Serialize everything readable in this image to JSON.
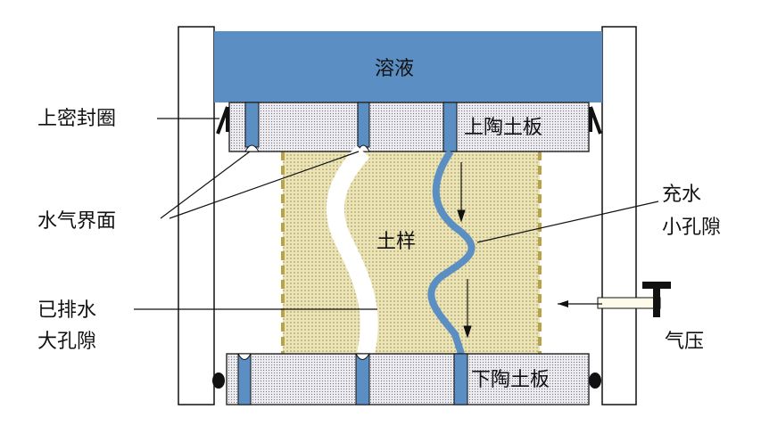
{
  "labels": {
    "solution": "溶液",
    "upper_seal": "上密封圈",
    "upper_plate": "上陶土板",
    "air_water_interface": "水气界面",
    "water_filled_pores_line1": "充水",
    "water_filled_pores_line2": "小孔隙",
    "soil_sample": "土样",
    "drained_pores_line1": "已排水",
    "drained_pores_line2": "大孔隙",
    "air_pressure": "气压",
    "lower_plate": "下陶土板"
  },
  "colors": {
    "water": "#5b8fc4",
    "soil": "#ece3b0",
    "plate": "#e4e4ea",
    "soil_border": "#b8a24a"
  }
}
